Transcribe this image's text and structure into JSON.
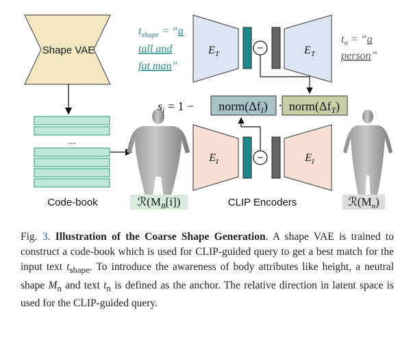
{
  "diagram": {
    "shape_vae_label": "Shape VAE",
    "codebook_label": "Code-book",
    "codebook_dots": "...",
    "text_shape_label": "t",
    "text_shape_sub": "shape",
    "text_shape_eq": " = “",
    "text_shape_words": [
      "a",
      "tall and",
      "fat man"
    ],
    "text_shape_close": "”",
    "text_n_label": "t",
    "text_n_sub": "n",
    "text_n_eq": " = “",
    "text_n_word": "a",
    "text_n_word2": "person",
    "text_n_close": "”",
    "encoder_text_label": "E",
    "encoder_text_sub": "T",
    "encoder_image_label": "E",
    "encoder_image_sub": "I",
    "minus_symbol": "−",
    "similarity_lhs": "s",
    "similarity_lhs_sub": "i",
    "similarity_eq": " = 1 − ",
    "norm_delta_fi": "norm(Δf",
    "norm_delta_fi_sub": "I",
    "norm_dot": "·",
    "norm_delta_ft": "norm(Δf",
    "norm_delta_ft_sub": "T",
    "close_paren": ")",
    "render_query_label": "ℛ(M",
    "render_query_sub": "B",
    "render_query_rest": "[i])",
    "render_neutral_label": "ℛ(M",
    "render_neutral_sub": "n",
    "render_neutral_rest": ")",
    "clip_encoders_label": "CLIP Encoders",
    "colors": {
      "vae": "#f3e8bf",
      "vae_stroke": "#555",
      "codebook": "#bfe8d8",
      "codebook_stroke": "#2a9a79",
      "text_encoder": "#dde4f4",
      "image_encoder": "#f8e0d5",
      "teal_bar": "#1a8a8a",
      "gray_bar": "#666666",
      "norm_fi_box": "#a7c3c8",
      "norm_ft_box": "#c6cfa6",
      "link": "#1a8a8a",
      "render_query_bg": "#d8ebdc",
      "render_neutral_bg": "#dcdcdc"
    }
  },
  "caption": {
    "fig_prefix": "Fig. ",
    "fig_number": "3",
    "fig_suffix": ". ",
    "title": "Illustration of the Coarse Shape Generation",
    "text_1": ". A shape VAE is trained to construct a code-book which is used for CLIP-guided query to get a best match for the input text ",
    "t_shape": "t",
    "t_shape_sub": "shape",
    "text_2": ". To introduce the awareness of body attributes like height, a neutral shape ",
    "m_n": "M",
    "m_n_sub": "n",
    "text_3": " and text ",
    "t_n": "t",
    "t_n_sub": "n",
    "text_4": " is defined as the anchor. The relative direction in latent space is used for the CLIP-guided query."
  }
}
